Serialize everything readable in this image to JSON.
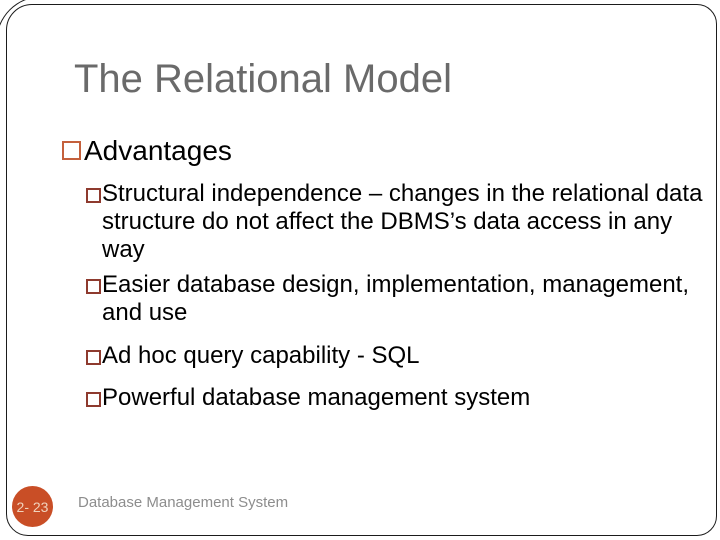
{
  "slide": {
    "title": "The Relational Model",
    "bullets": [
      {
        "level": 1,
        "text": "Advantages"
      },
      {
        "level": 2,
        "text": "Structural independence – changes in the relational data\nstructure do not affect the DBMS’s data access in any\nway"
      },
      {
        "level": 2,
        "text": "Easier database design, implementation, management,\nand use"
      },
      {
        "level": 2,
        "text": "Ad hoc query capability - SQL"
      },
      {
        "level": 2,
        "text": "Powerful database management system"
      }
    ],
    "page_label": "2- 23",
    "footer": "Database Management System",
    "colors": {
      "title_text": "#6a6a6a",
      "body_text": "#000000",
      "bullet_level1_outline": "#c4603c",
      "bullet_level2_outline": "#8e3a2e",
      "page_badge_fill": "#c94e26",
      "page_badge_text": "#f0d3bd",
      "footer_text": "#8d8d8d",
      "frame_line": "#1b1b1b"
    }
  }
}
